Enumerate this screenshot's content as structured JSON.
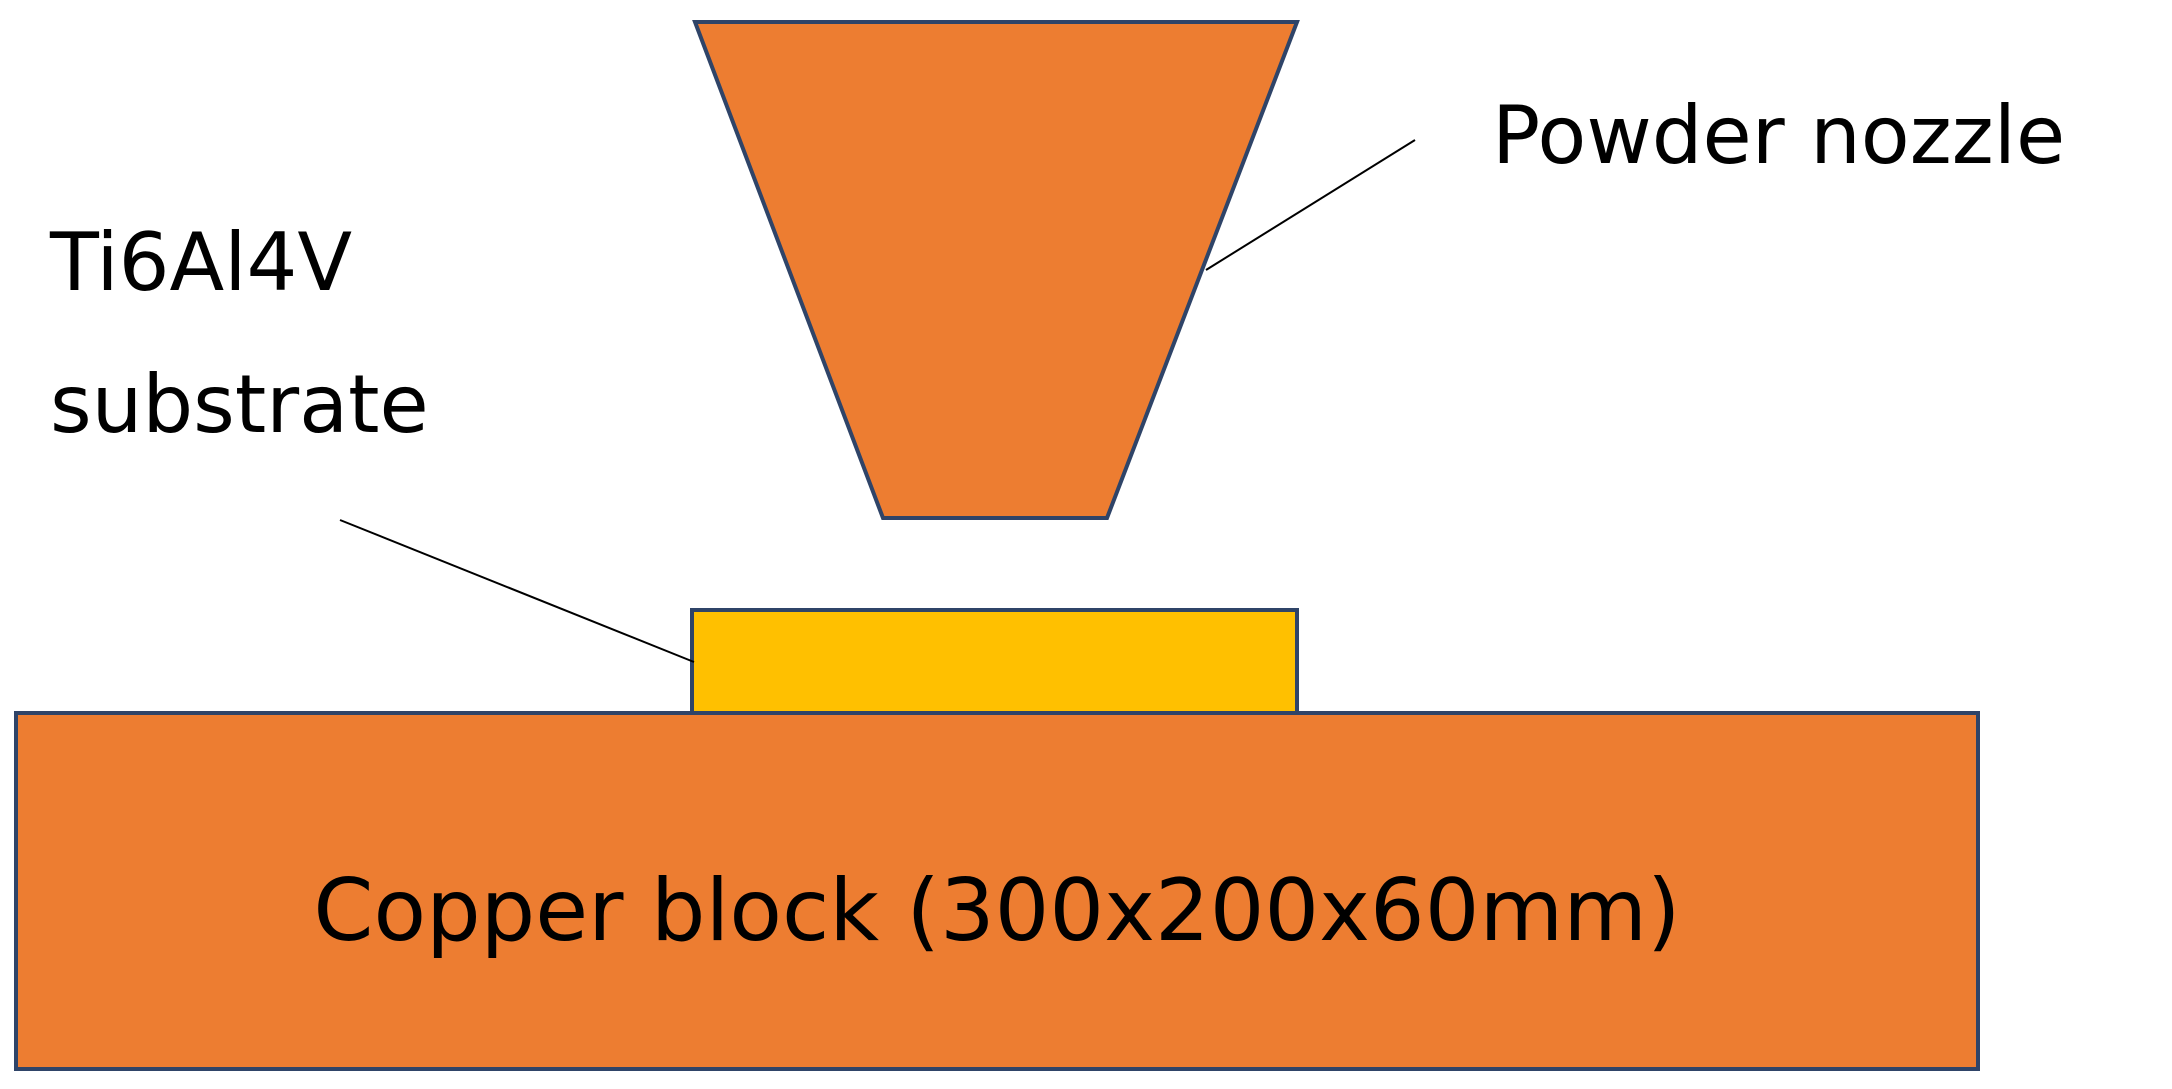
{
  "labels": {
    "powder_nozzle": "Powder nozzle",
    "substrate_line1": "Ti6Al4V",
    "substrate_line2": "substrate",
    "copper_block": "Copper block (300x200x60mm)"
  },
  "colors": {
    "copper": "#ed7d31",
    "substrate": "#ffc000",
    "outline": "#2f4468",
    "text": "#000000",
    "background": "#ffffff"
  }
}
